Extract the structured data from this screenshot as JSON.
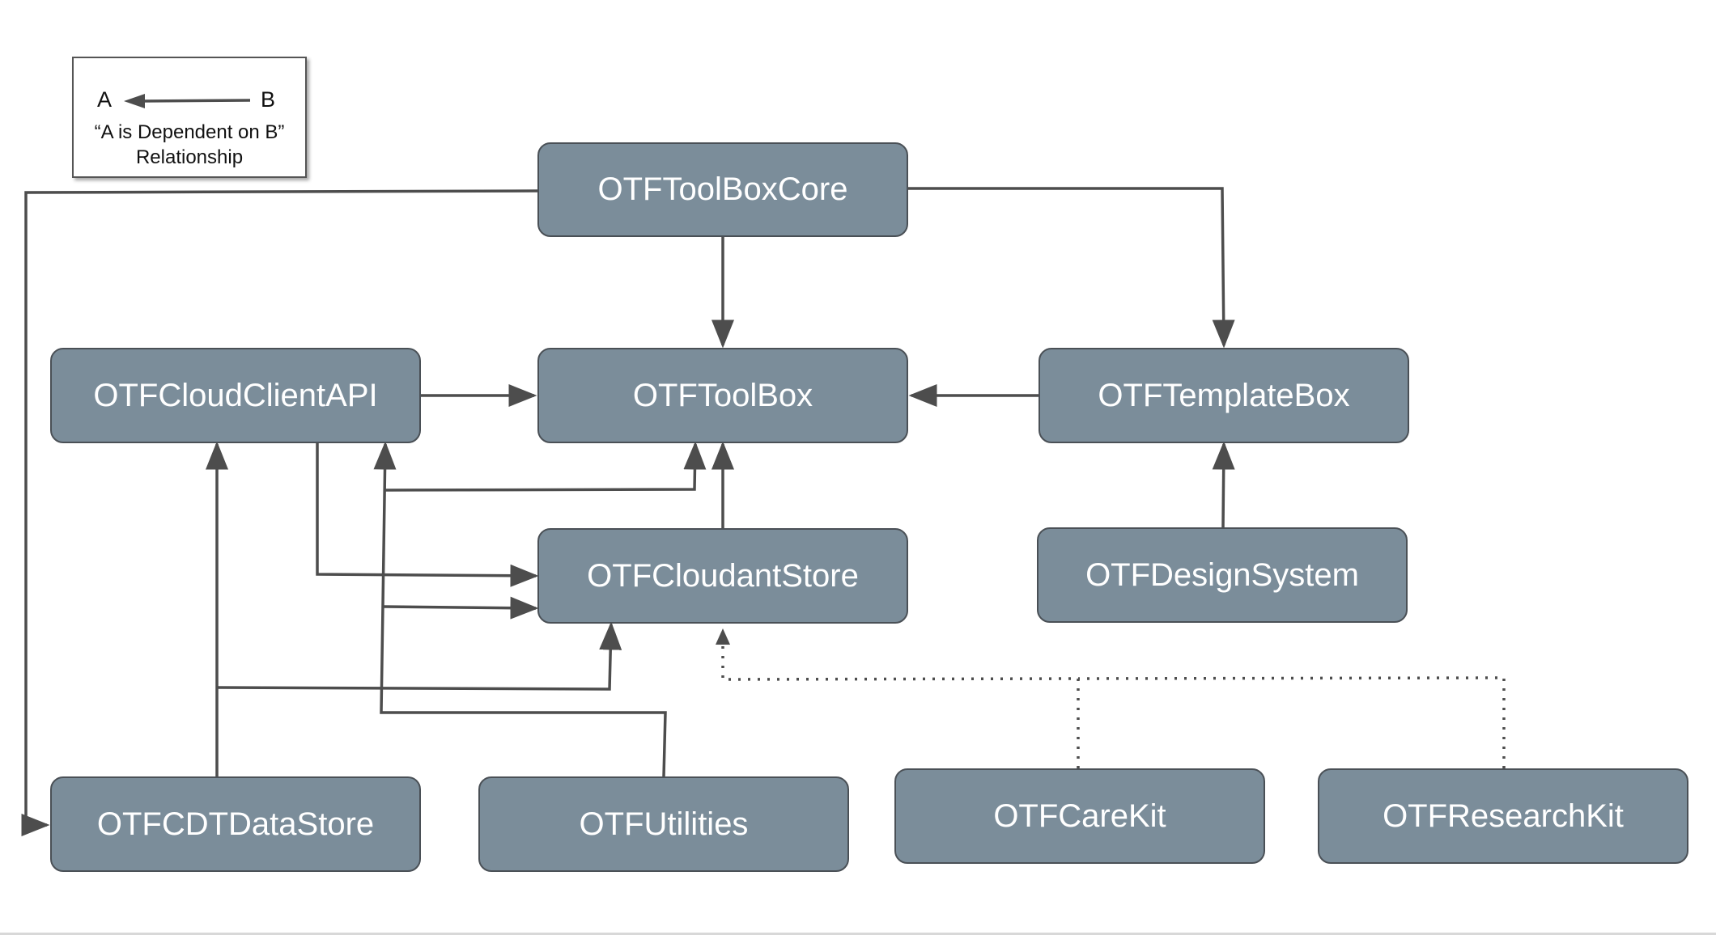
{
  "legend": {
    "a_label": "A",
    "b_label": "B",
    "caption_line1": "“A is Dependent on B”",
    "caption_line2": "Relationship"
  },
  "nodes": {
    "toolbox_core": "OTFToolBoxCore",
    "cloud_client_api": "OTFCloudClientAPI",
    "toolbox": "OTFToolBox",
    "template_box": "OTFTemplateBox",
    "cloudant_store": "OTFCloudantStore",
    "design_system": "OTFDesignSystem",
    "cdt_data_store": "OTFCDTDataStore",
    "utilities": "OTFUtilities",
    "care_kit": "OTFCareKit",
    "research_kit": "OTFResearchKit"
  },
  "edges": [
    {
      "from": "OTFToolBoxCore",
      "to": "OTFToolBox",
      "style": "solid"
    },
    {
      "from": "OTFToolBoxCore",
      "to": "OTFTemplateBox",
      "style": "solid"
    },
    {
      "from": "OTFToolBoxCore",
      "to": "OTFCDTDataStore",
      "style": "solid"
    },
    {
      "from": "OTFCloudClientAPI",
      "to": "OTFToolBox",
      "style": "solid"
    },
    {
      "from": "OTFTemplateBox",
      "to": "OTFToolBox",
      "style": "solid"
    },
    {
      "from": "OTFCloudantStore",
      "to": "OTFToolBox",
      "style": "solid"
    },
    {
      "from": "OTFDesignSystem",
      "to": "OTFTemplateBox",
      "style": "solid"
    },
    {
      "from": "OTFCloudClientAPI",
      "to": "OTFCloudantStore",
      "style": "solid"
    },
    {
      "from": "OTFCDTDataStore",
      "to": "OTFCloudClientAPI",
      "style": "solid"
    },
    {
      "from": "OTFCDTDataStore",
      "to": "OTFCloudantStore",
      "style": "solid"
    },
    {
      "from": "OTFUtilities",
      "to": "OTFCloudClientAPI",
      "style": "solid"
    },
    {
      "from": "OTFUtilities",
      "to": "OTFToolBox",
      "style": "solid"
    },
    {
      "from": "OTFUtilities",
      "to": "OTFCloudantStore",
      "style": "solid"
    },
    {
      "from": "OTFCareKit",
      "to": "OTFCloudantStore",
      "style": "dotted"
    },
    {
      "from": "OTFResearchKit",
      "to": "OTFCloudantStore",
      "style": "dotted"
    }
  ],
  "colors": {
    "node_fill": "#7b8d9a",
    "node_border": "#4a5056",
    "node_text": "#ffffff",
    "edge": "#4d4d4d"
  }
}
